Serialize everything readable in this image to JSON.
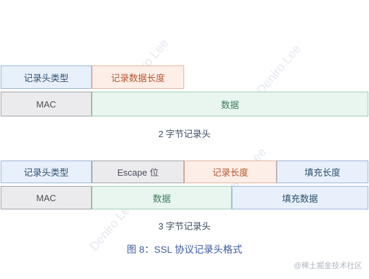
{
  "diagram": {
    "two_byte": {
      "row1": {
        "record_type": "记录头类型",
        "record_data_length": "记录数据长度"
      },
      "row2": {
        "mac": "MAC",
        "data": "数据"
      },
      "caption": "2 字节记录头"
    },
    "three_byte": {
      "row1": {
        "record_type": "记录头类型",
        "escape": "Escape 位",
        "record_length": "记录长度",
        "padding_length": "填充长度"
      },
      "row2": {
        "mac": "MAC",
        "data": "数据",
        "padding_data": "填充数据"
      },
      "caption": "3 字节记录头"
    },
    "figure_caption": "图 8：SSL 协议记录头格式"
  },
  "watermark": {
    "text": "Deniro Lee"
  },
  "brand": {
    "text": "@稀土掘金技术社区"
  },
  "colors": {
    "blue_fill": "#e7f0fb",
    "gray_fill": "#ebebee",
    "peach_fill": "#fdeee8",
    "green_fill": "#e8f6ef",
    "caption_blue": "#3b5aa1"
  }
}
